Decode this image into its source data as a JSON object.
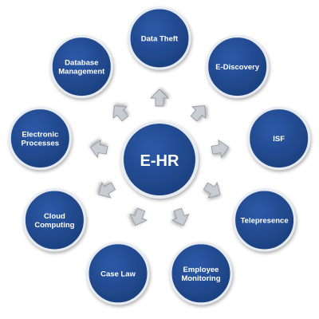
{
  "center": {
    "label": "E-HR"
  },
  "nodes": [
    {
      "id": "data-theft",
      "lines": [
        "Data Theft"
      ]
    },
    {
      "id": "e-discovery",
      "lines": [
        "E-Discovery"
      ]
    },
    {
      "id": "isf",
      "lines": [
        "ISF"
      ]
    },
    {
      "id": "telepresence",
      "lines": [
        "Telepresence"
      ]
    },
    {
      "id": "employee-monitoring",
      "lines": [
        "Employee",
        "Monitoring"
      ]
    },
    {
      "id": "case-law",
      "lines": [
        "Case Law"
      ]
    },
    {
      "id": "cloud-computing",
      "lines": [
        "Cloud",
        "Computing"
      ]
    },
    {
      "id": "electronic-processes",
      "lines": [
        "Electronic",
        "Processes"
      ]
    },
    {
      "id": "database-management",
      "lines": [
        "Database",
        "Management"
      ]
    }
  ],
  "colors": {
    "node_fill": "#1b3f7d",
    "node_fill_light": "#2c5aa8",
    "node_stroke": "#e6ebf2",
    "arrow_fill": "#c9cdd3",
    "arrow_stroke": "#8a9099",
    "text": "#ffffff"
  }
}
